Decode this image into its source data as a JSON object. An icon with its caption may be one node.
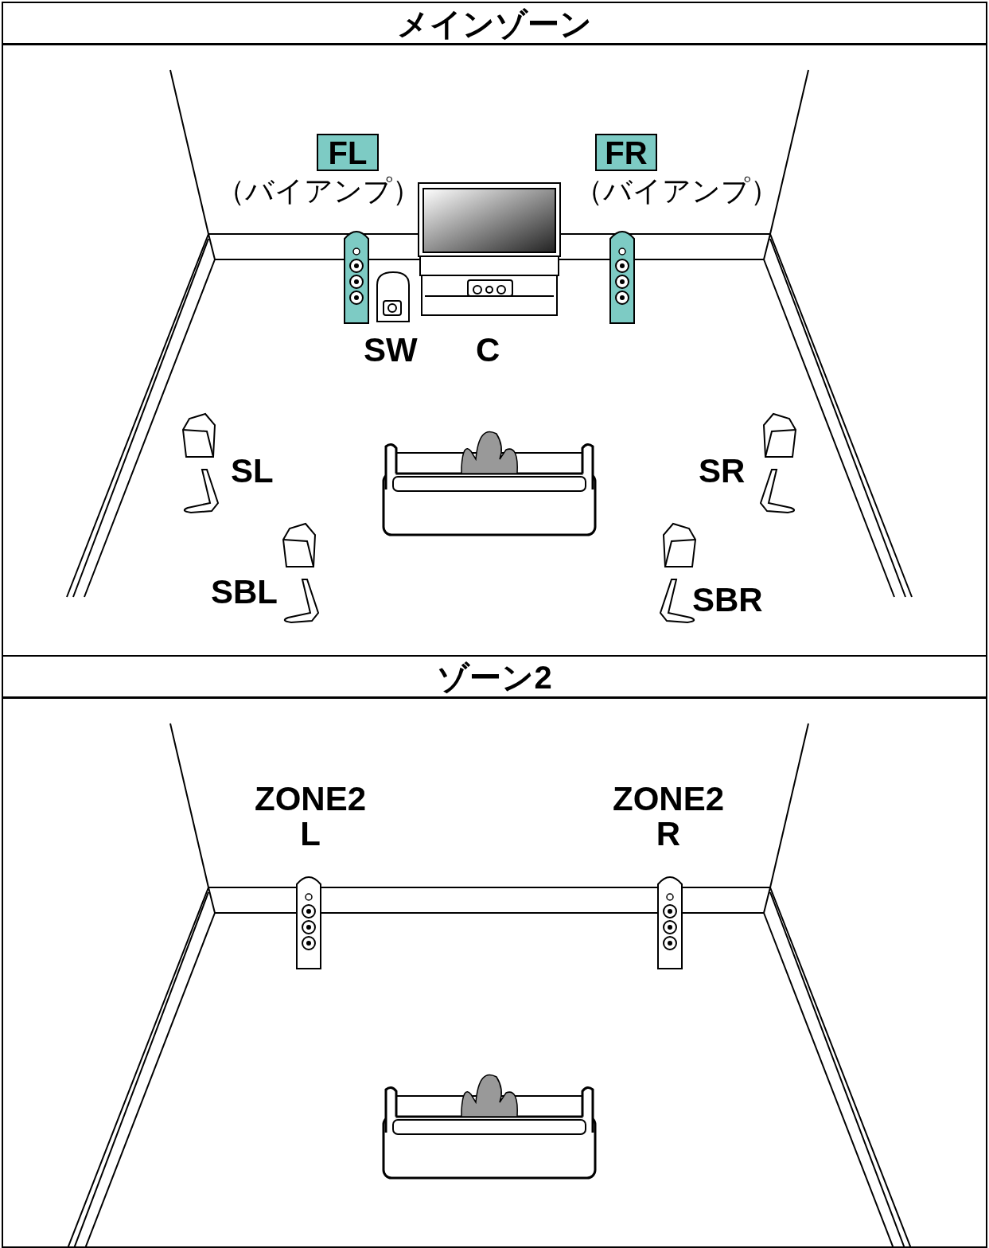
{
  "diagram": {
    "nodes": [
      {
        "text": [
          "メインゾーン"
        ]
      },
      {
        "text": [
          "ゾーン2"
        ]
      },
      {
        "text": [
          "FL"
        ],
        "in": 0,
        "beside": [
          "（バイアンプ）"
        ]
      },
      {
        "text": [
          "FR"
        ],
        "in": 0,
        "beside": [
          "（バイアンプ）"
        ]
      }
    ],
    "labels": [
      "SW",
      "C",
      "SL",
      "SR",
      "SBL",
      "SBR",
      "ZONE2 L",
      "ZONE2 R"
    ]
  }
}
